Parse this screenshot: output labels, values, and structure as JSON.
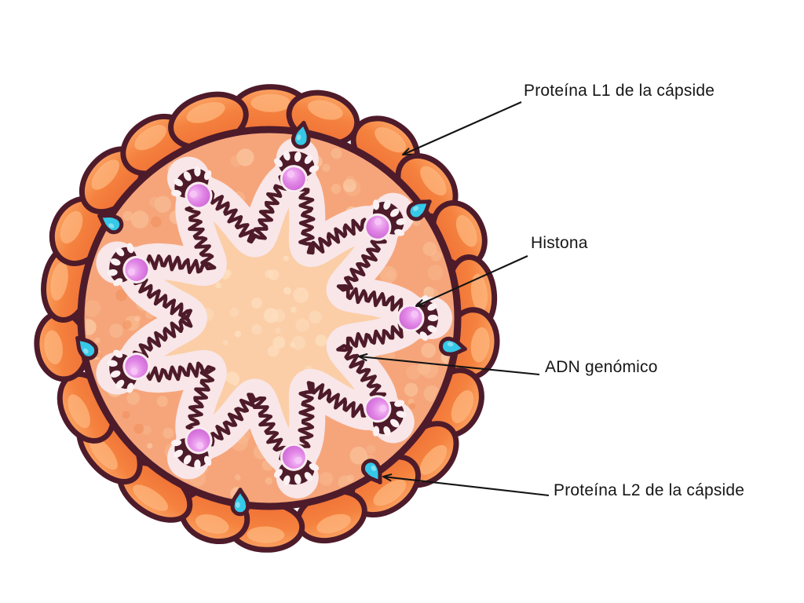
{
  "diagram": {
    "kind": "labeled-biology-illustration",
    "language": "es"
  },
  "annotations": {
    "l1": {
      "text": "Proteína L1 de la cápside"
    },
    "histona": {
      "text": "Histona"
    },
    "adn": {
      "text": "ADN genómico"
    },
    "l2": {
      "text": "Proteína L2 de la cápside"
    }
  },
  "counts": {
    "histones": 9,
    "l2_protein_drops": 7,
    "capsid_lobes": 22
  },
  "colors": {
    "background": "#FFFFFF",
    "outline": "#4E1B2A",
    "capsid_light": "#FBA263",
    "capsid_main": "#F5823F",
    "capsid_deep": "#EF7035",
    "capsid_gloss": "#FDB57D",
    "body": "#F6A57B",
    "body_spot": "#F9BC92",
    "body_spot_light": "#FBCFA9",
    "body_spot_dark": "#EF8C55",
    "center": "#FBCEA7",
    "center_spot": "#FDDEBE",
    "halo": "#F8E6E8",
    "dna": "#4E1B2A",
    "histone_light": "#F7C4F7",
    "histone_mid": "#E185E6",
    "histone_deep": "#C45BCD",
    "histone_ring": "#F9ECEF",
    "finger_white": "#FBF1F3",
    "l2_drop": "#35C8E8",
    "l2_drop_light": "#8FE4F3",
    "arrow": "#141414"
  }
}
